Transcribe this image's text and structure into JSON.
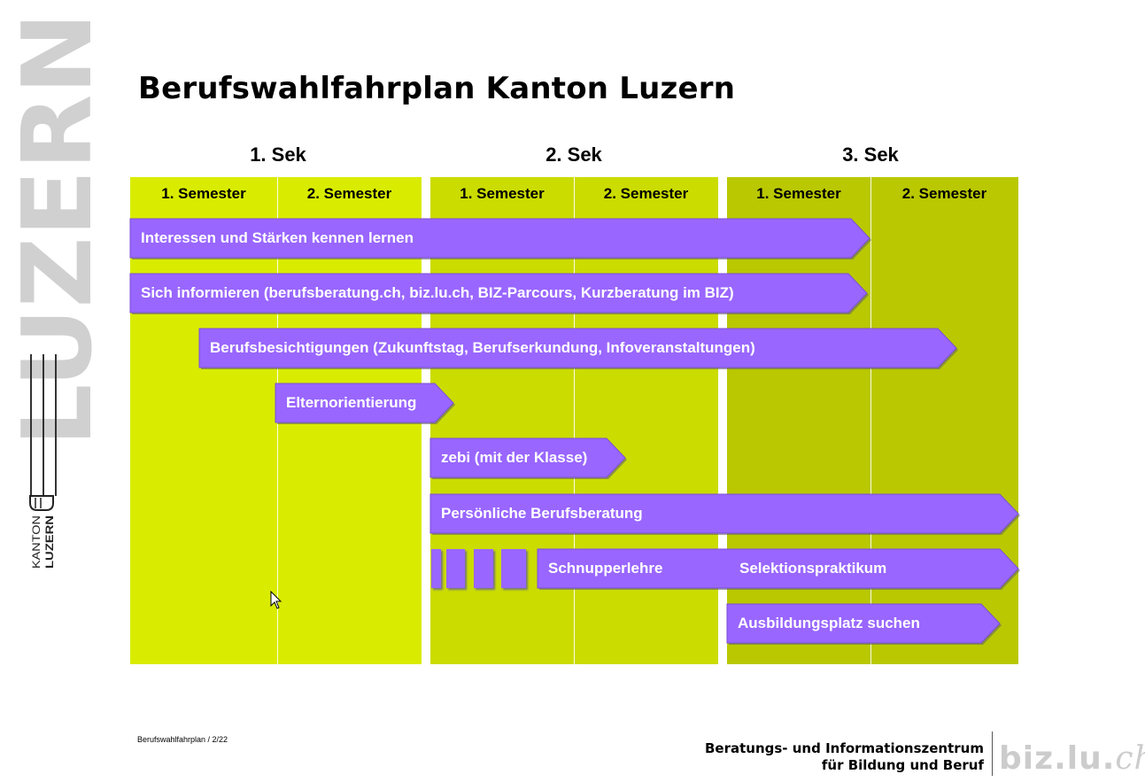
{
  "branding": {
    "vertical_word": "LUZERN",
    "logo_kanton": "KANTON",
    "logo_luzern": "LUZERN"
  },
  "title": "Berufswahlfahrplan Kanton Luzern",
  "years": [
    {
      "label": "1. Sek"
    },
    {
      "label": "2. Sek"
    },
    {
      "label": "3. Sek"
    }
  ],
  "semesters": [
    {
      "label": "1. Semester"
    },
    {
      "label": "2.  Semester"
    },
    {
      "label": "1. Semester"
    },
    {
      "label": "2. Semester"
    },
    {
      "label": "1. Semester"
    },
    {
      "label": "2. Semester"
    }
  ],
  "colors": {
    "sek1": "#d9ec00",
    "sek2": "#cbdc00",
    "sek3": "#b9c800",
    "bar": "#9966ff",
    "bar_text": "#ffffff"
  },
  "activities": [
    {
      "label": "Interessen und Stärken kennen lernen"
    },
    {
      "label": "Sich informieren (berufsberatung.ch, biz.lu.ch, BIZ-Parcours, Kurzberatung im BIZ)"
    },
    {
      "label": "Berufsbesichtigungen (Zukunftstag, Berufserkundung, Infoveranstaltungen)"
    },
    {
      "label": "Elternorientierung"
    },
    {
      "label": "zebi (mit der Klasse)"
    },
    {
      "label": "Persönliche Berufsberatung"
    },
    {
      "label": "Schnupperlehre",
      "label2": "Selektionspraktikum"
    },
    {
      "label": "Ausbildungsplatz suchen"
    }
  ],
  "footer": {
    "ref": "Berufswahlfahrplan / 2/22",
    "org_line1": "Beratungs- und Informationszentrum",
    "org_line2": "für Bildung und Beruf",
    "logo_main": "biz.lu.",
    "logo_ch": "ch"
  }
}
